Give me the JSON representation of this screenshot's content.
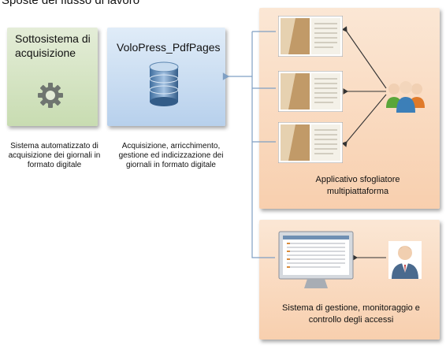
{
  "header_fragment": "Sposte del flusso di lavoro",
  "acquisition": {
    "title": "Sottosistema di acquisizione",
    "caption": "Sistema automatizzato di acquisizione dei giornali in formato digitale",
    "icon": "gear-icon"
  },
  "volopress": {
    "title": "VoloPress_PdfPages",
    "caption": "Acquisizione, arricchimento, gestione ed indicizzazione dei giornali in formato digitale",
    "icon": "database-icon"
  },
  "browser_app": {
    "label": "Applicativo sfogliatore multipiattaforma",
    "icons": [
      "book-icon",
      "book-icon",
      "book-icon",
      "users-group-icon"
    ]
  },
  "management": {
    "label": "Sistema di gestione, monitoraggio e controllo degli accessi",
    "icons": [
      "monitor-icon",
      "admin-user-icon"
    ]
  },
  "colors": {
    "acquisition_panel": "#d5e4c3",
    "volopress_panel": "#c9dcf1",
    "orange_panels": "#fadcc2",
    "connector": "#7f9fc3",
    "arrow_dark": "#333333"
  }
}
